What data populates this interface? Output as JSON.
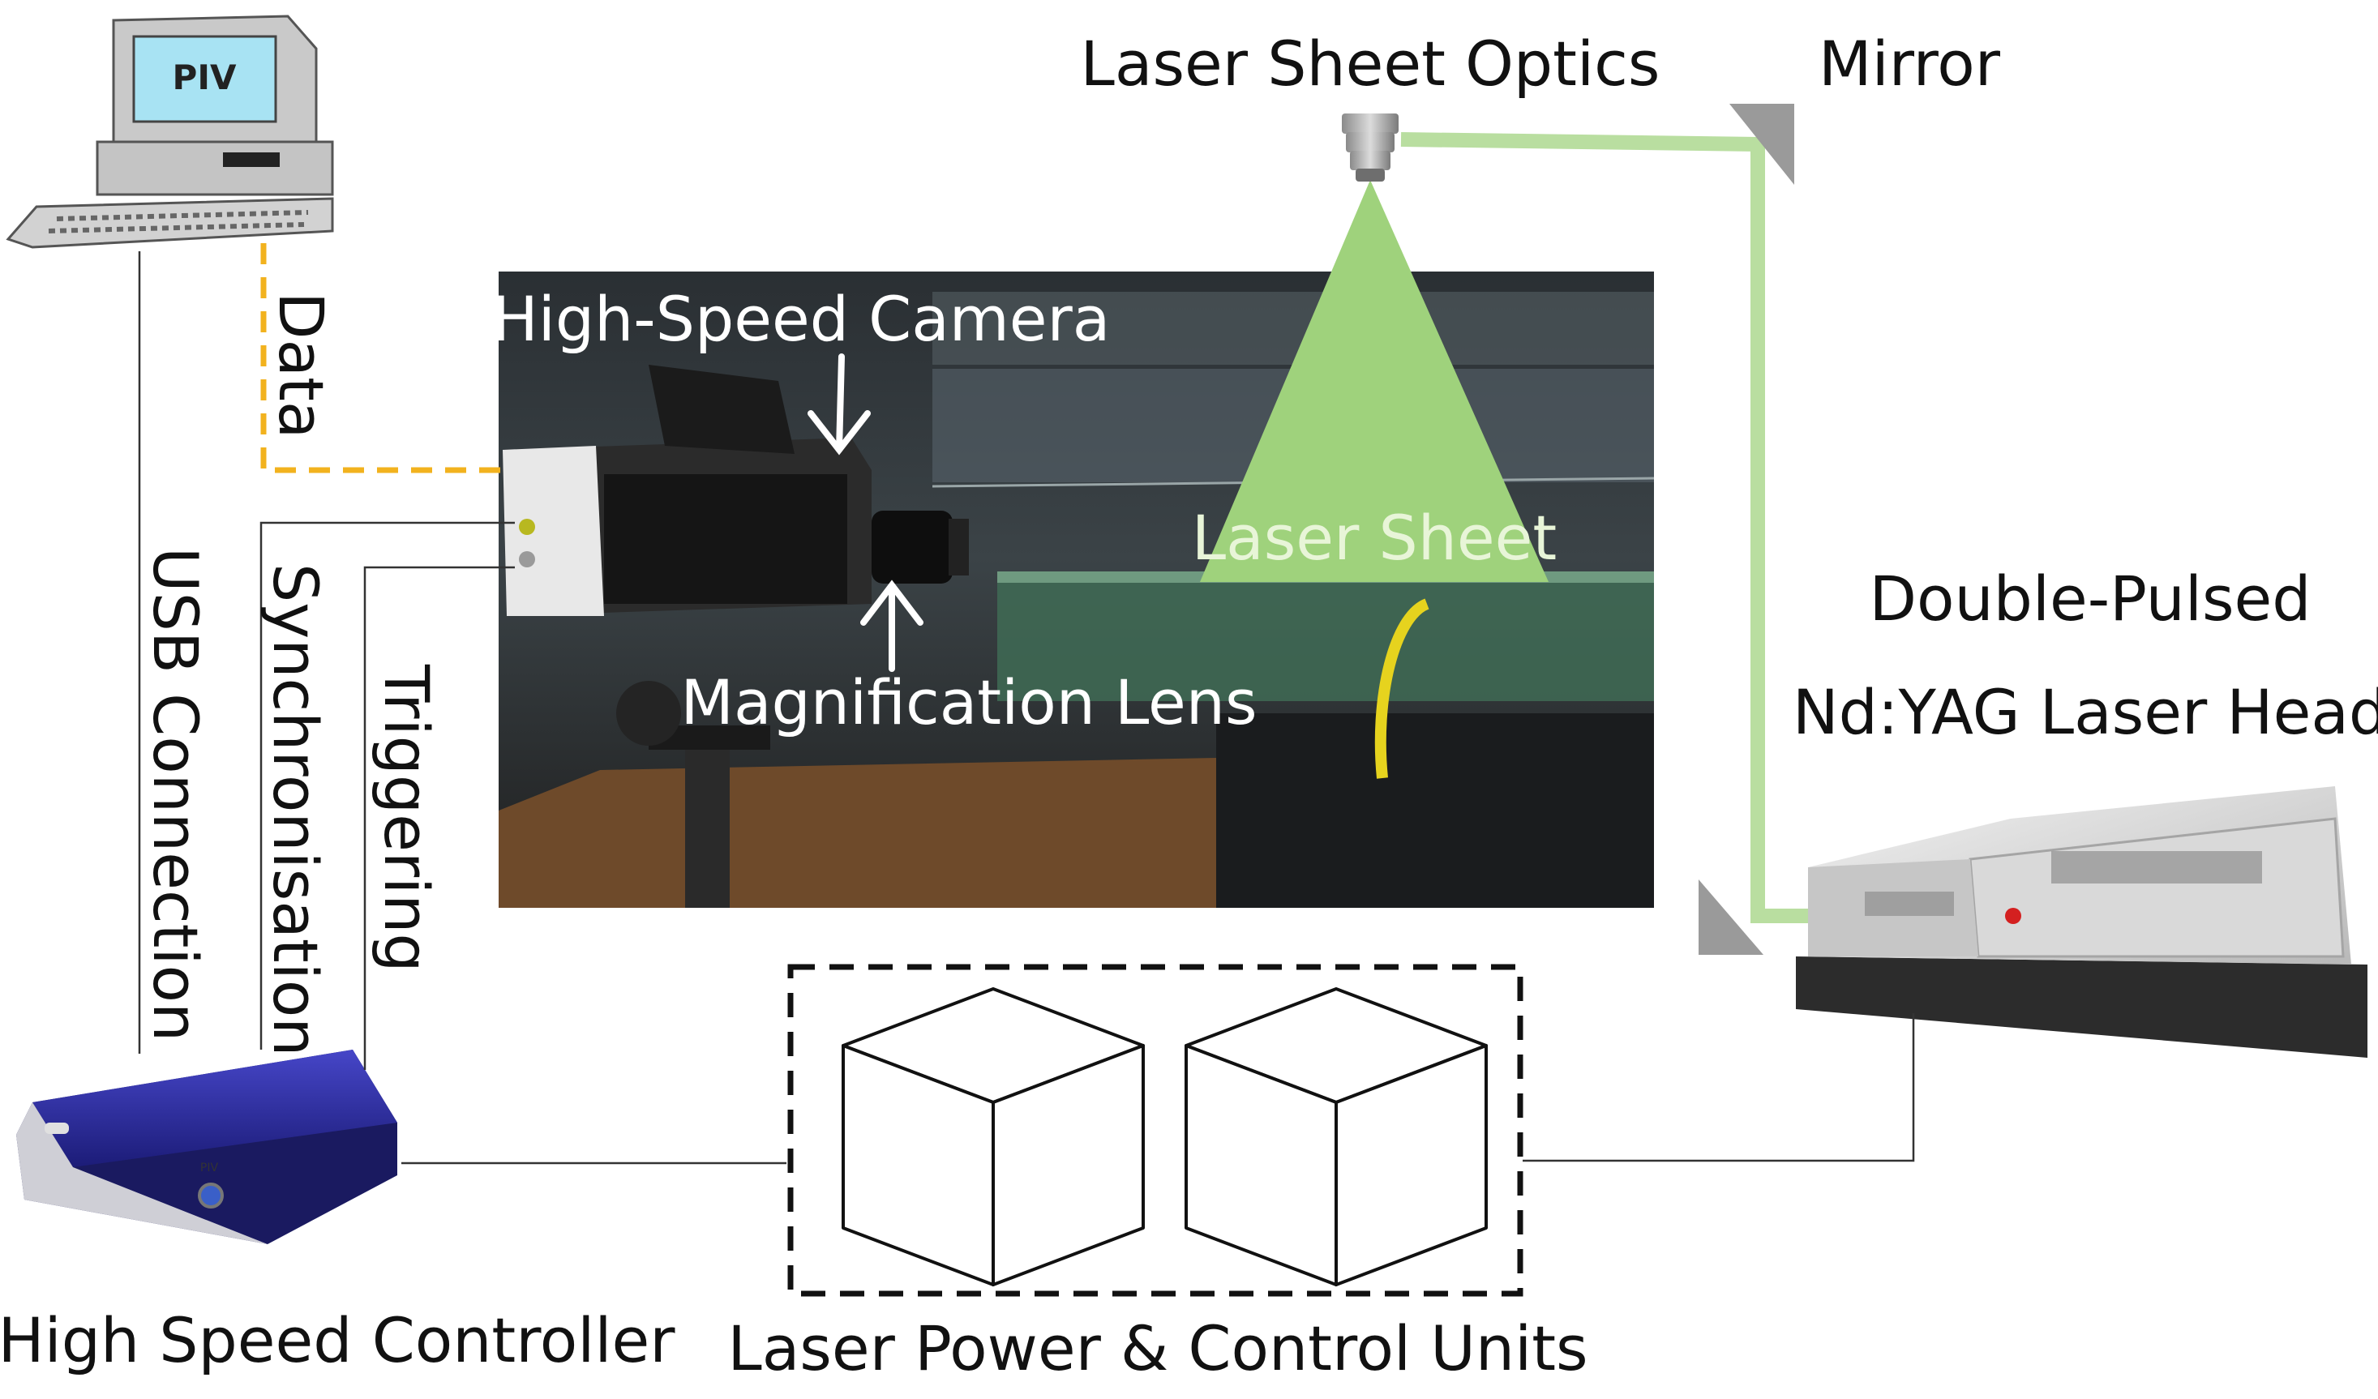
{
  "labels": {
    "laser_sheet_optics": "Laser Sheet Optics",
    "mirror": "Mirror",
    "high_speed_camera": "High-Speed Camera",
    "laser_sheet": "Laser Sheet",
    "magnification_lens": "Magnification Lens",
    "double_pulsed_line1": "Double-Pulsed",
    "double_pulsed_line2": "Nd:YAG Laser Head",
    "data": "Data",
    "usb_connection": "USB Connection",
    "synchronisation": "Synchronisation",
    "triggering": "Triggering",
    "high_speed_controller": "High Speed Controller",
    "laser_power_control": "Laser Power & Control Units",
    "piv_screen": "PIV",
    "controller_brand": "PIV"
  },
  "colors": {
    "laser_beam": "#b9dea0",
    "laser_sheet": "#9fd27c",
    "data_line": "#f2b21e",
    "controller_blue": "#2f2fa8",
    "mirror_grey": "#9a9a9a",
    "computer_screen": "#a8e3f3"
  }
}
